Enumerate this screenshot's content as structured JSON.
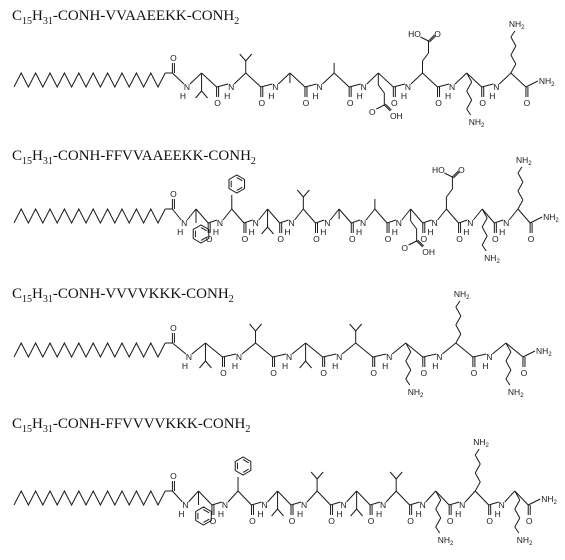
{
  "molecules": [
    {
      "title": {
        "pre": "C",
        "sub1": "15",
        "mid": "H",
        "sub2": "31",
        "seq": "-CONH-VVAAEEKK-CONH",
        "sub3": "2"
      },
      "residues": [
        "V",
        "V",
        "A",
        "A",
        "E",
        "E",
        "K",
        "K"
      ]
    },
    {
      "title": {
        "pre": "C",
        "sub1": "15",
        "mid": "H",
        "sub2": "31",
        "seq": "-CONH-FFVVAAEEKK-CONH",
        "sub3": "2"
      },
      "residues": [
        "F",
        "F",
        "V",
        "V",
        "A",
        "A",
        "E",
        "E",
        "K",
        "K"
      ]
    },
    {
      "title": {
        "pre": "C",
        "sub1": "15",
        "mid": "H",
        "sub2": "31",
        "seq": "-CONH-VVVVKKK-CONH",
        "sub3": "2"
      },
      "residues": [
        "V",
        "V",
        "V",
        "V",
        "K",
        "K",
        "K"
      ]
    },
    {
      "title": {
        "pre": "C",
        "sub1": "15",
        "mid": "H",
        "sub2": "31",
        "seq": "-CONH-FFVVVVKKK-CONH",
        "sub3": "2"
      },
      "residues": [
        "F",
        "F",
        "V",
        "V",
        "V",
        "V",
        "K",
        "K",
        "K"
      ]
    }
  ],
  "labels": {
    "O": "O",
    "H": "H",
    "N": "N",
    "NH2": "NH",
    "NH2_sub": "2",
    "HO": "HO",
    "OH": "OH"
  }
}
